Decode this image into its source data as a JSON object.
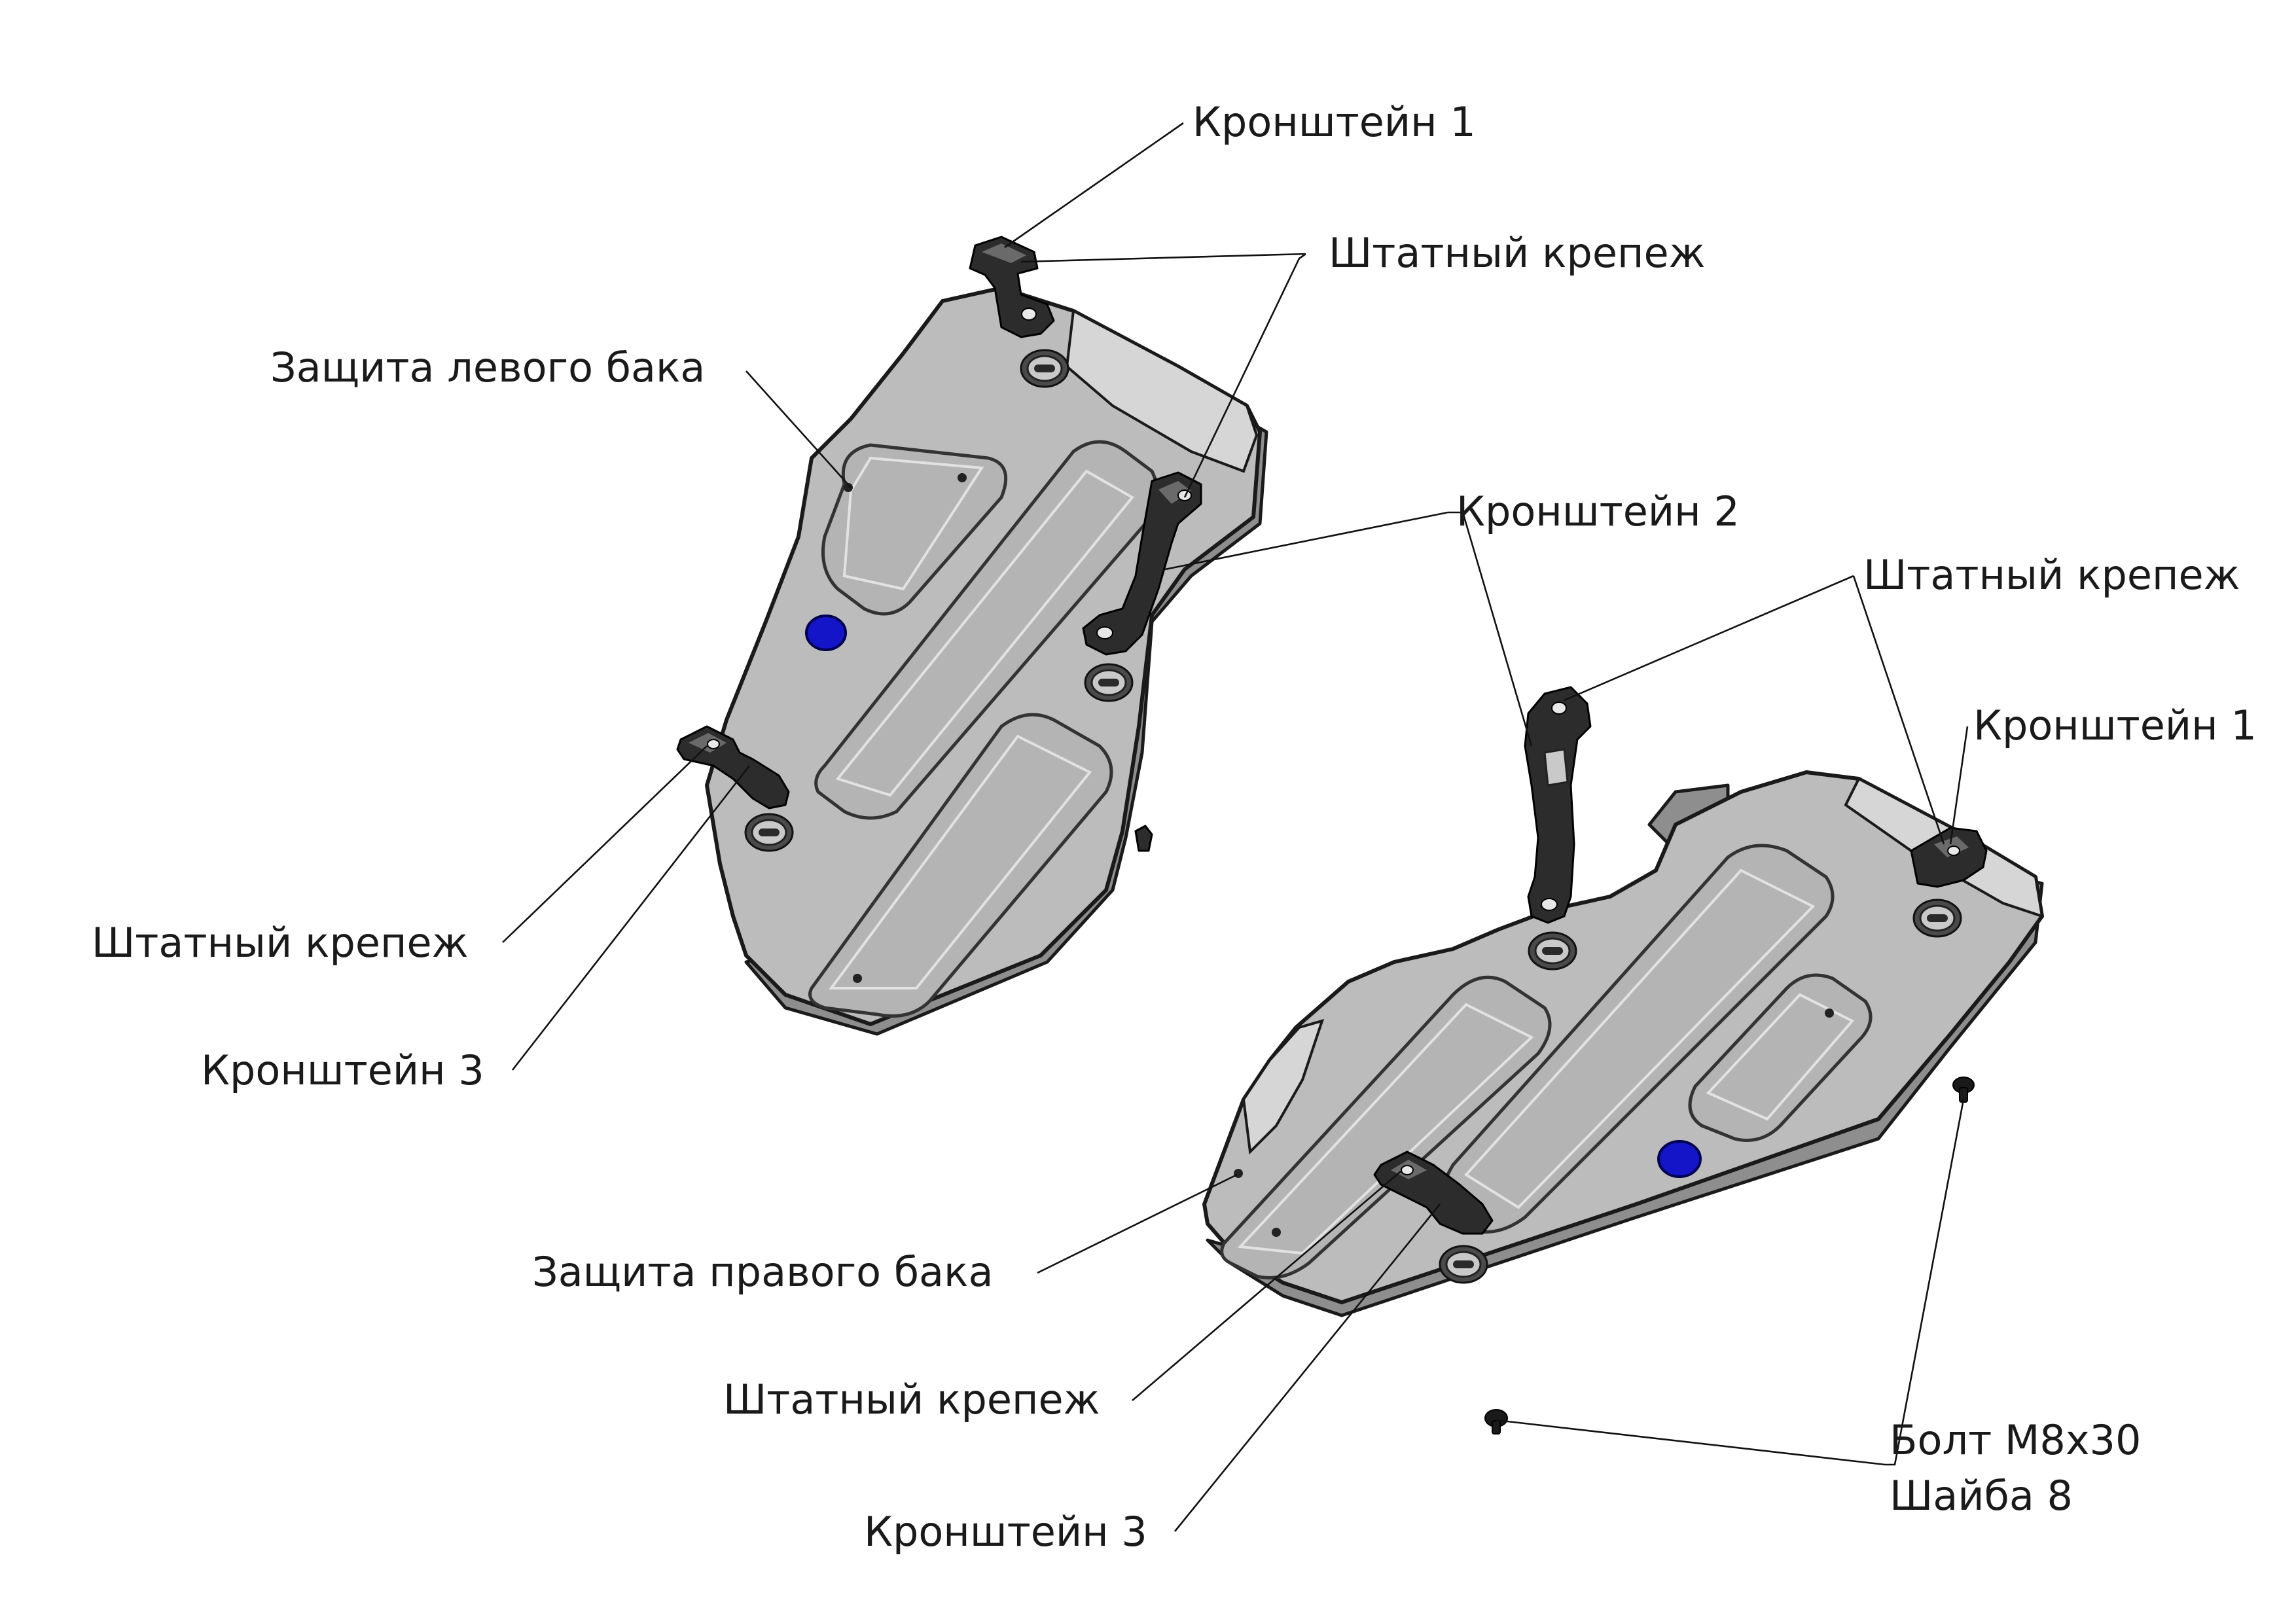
{
  "labels": {
    "bracket1_top": "Кронштейн 1",
    "std_fastener_top": "Штатный крепеж",
    "left_tank_guard": "Защита левого бака",
    "bracket2": "Кронштейн 2",
    "std_fastener_right": "Штатный крепеж",
    "bracket1_right": "Кронштейн 1",
    "std_fastener_left": "Штатный крепеж",
    "bracket3_left": "Кронштейн 3",
    "right_tank_guard": "Защита правого бака",
    "std_fastener_bottom": "Штатный крепеж",
    "bracket3_bottom": "Кронштейн 3",
    "bolt": "Болт М8х30",
    "washer": "Шайба 8"
  },
  "colors": {
    "plate": "#bcbcbc",
    "bracket": "#2c2c2c",
    "plug": "#1414c8",
    "line": "#111111"
  }
}
